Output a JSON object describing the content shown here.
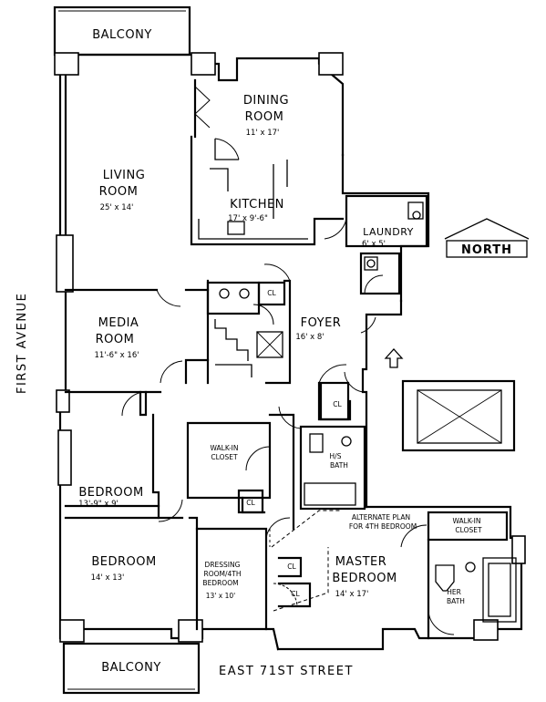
{
  "rooms": {
    "balcony_top": {
      "name": "BALCONY"
    },
    "dining": {
      "name_line1": "DINING",
      "name_line2": "ROOM",
      "dim": "11' x 17'"
    },
    "living": {
      "name_line1": "LIVING",
      "name_line2": "ROOM",
      "dim": "25' x 14'"
    },
    "kitchen": {
      "name": "KITCHEN",
      "dim": "17' x 9'-6\""
    },
    "laundry": {
      "name": "LAUNDRY",
      "dim": "6' x 5'"
    },
    "media": {
      "name_line1": "MEDIA",
      "name_line2": "ROOM",
      "dim": "11'-6\" x 16'"
    },
    "foyer": {
      "name": "FOYER",
      "dim": "16' x 8'"
    },
    "bedroom1": {
      "name": "BEDROOM",
      "dim": "13'-9\" x 9'"
    },
    "walkin1": {
      "name_line1": "WALK-IN",
      "name_line2": "CLOSET"
    },
    "hs_bath": {
      "name_line1": "H/S",
      "name_line2": "BATH"
    },
    "alternate": {
      "line1": "ALTERNATE PLAN",
      "line2": "FOR 4TH BEDROOM"
    },
    "walkin2": {
      "name_line1": "WALK-IN",
      "name_line2": "CLOSET"
    },
    "bedroom2": {
      "name": "BEDROOM",
      "dim": "14' x 13'"
    },
    "dressing": {
      "line1": "DRESSING",
      "line2": "ROOM/4TH",
      "line3": "BEDROOM",
      "dim": "13' x 10'"
    },
    "master": {
      "name_line1": "MASTER",
      "name_line2": "BEDROOM",
      "dim": "14' x 17'"
    },
    "her_bath": {
      "name_line1": "HER",
      "name_line2": "BATH"
    },
    "balcony_bottom": {
      "name": "BALCONY"
    }
  },
  "closet_label": "CL",
  "streets": {
    "west": "FIRST AVENUE",
    "south": "EAST 71ST STREET"
  },
  "compass": {
    "label": "NORTH"
  },
  "icons": [
    "north-arrow-icon",
    "entry-arrow-icon"
  ]
}
